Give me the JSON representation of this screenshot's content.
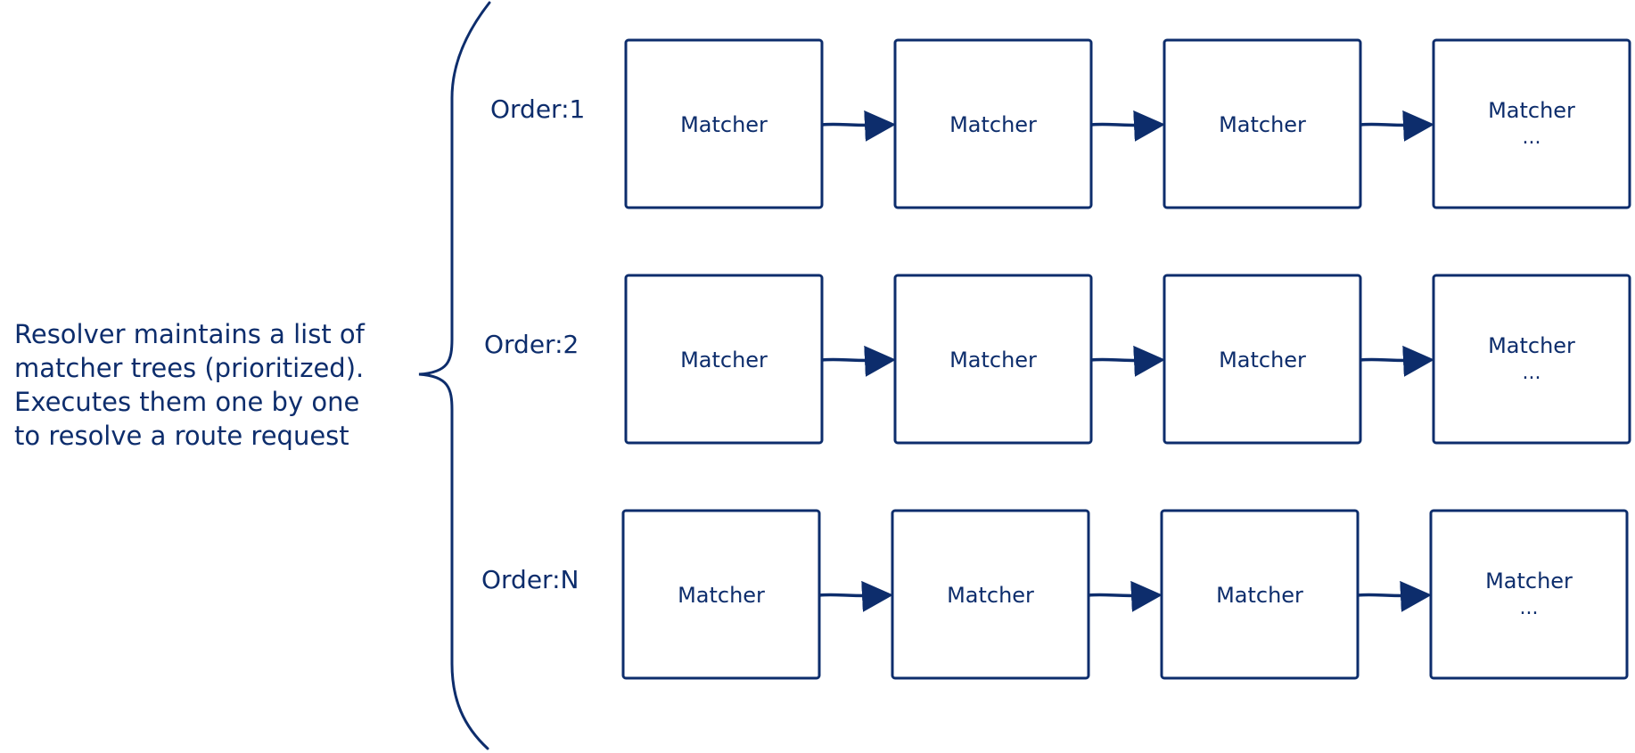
{
  "description": {
    "lines": [
      "Resolver maintains a list of",
      "matcher trees (prioritized).",
      "Executes them one by one",
      "to resolve a route request"
    ]
  },
  "rows": [
    {
      "order_label": "Order:1",
      "boxes": [
        {
          "label": "Matcher",
          "sub": ""
        },
        {
          "label": "Matcher",
          "sub": ""
        },
        {
          "label": "Matcher",
          "sub": ""
        },
        {
          "label": "Matcher",
          "sub": "..."
        }
      ]
    },
    {
      "order_label": "Order:2",
      "boxes": [
        {
          "label": "Matcher",
          "sub": ""
        },
        {
          "label": "Matcher",
          "sub": ""
        },
        {
          "label": "Matcher",
          "sub": ""
        },
        {
          "label": "Matcher",
          "sub": "..."
        }
      ]
    },
    {
      "order_label": "Order:N",
      "boxes": [
        {
          "label": "Matcher",
          "sub": ""
        },
        {
          "label": "Matcher",
          "sub": ""
        },
        {
          "label": "Matcher",
          "sub": ""
        },
        {
          "label": "Matcher",
          "sub": "..."
        }
      ]
    }
  ],
  "colors": {
    "ink": "#0d2d6c",
    "background": "#ffffff"
  }
}
